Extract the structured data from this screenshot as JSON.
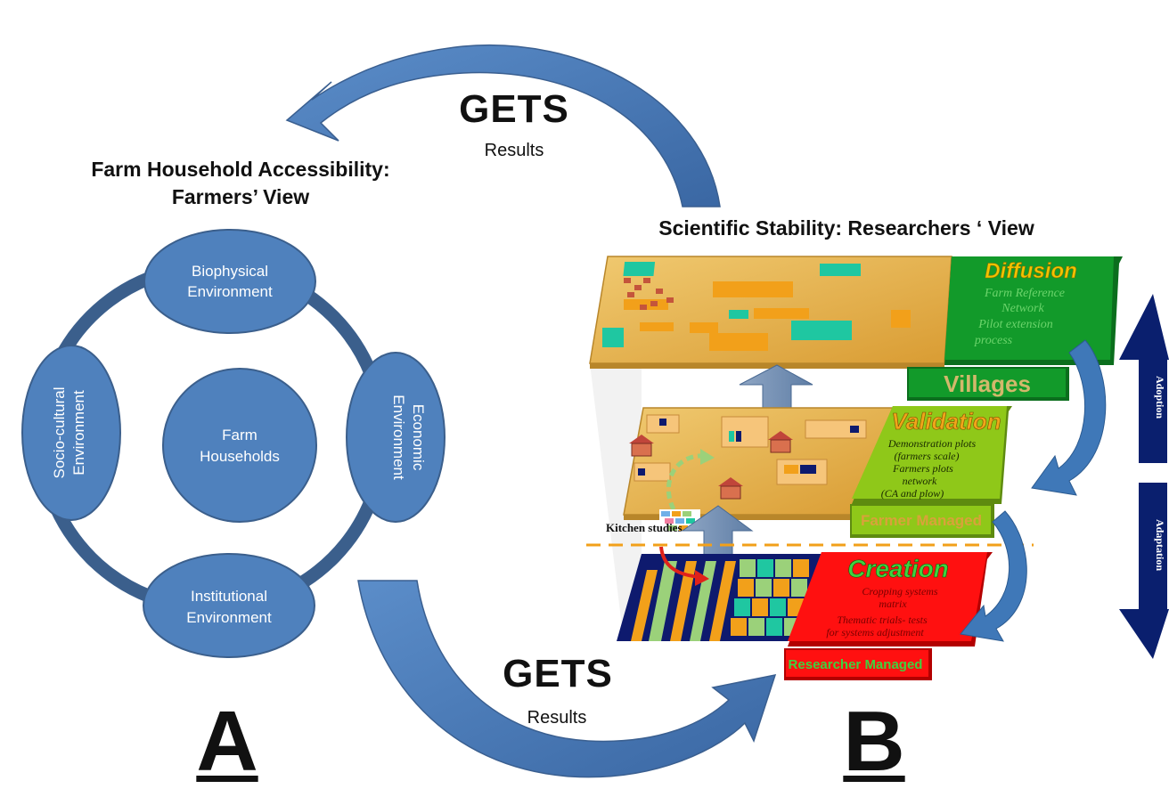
{
  "left_panel": {
    "gets_top": "GETS",
    "results_top": "Results",
    "title_line1": "Farm Household Accessibility:",
    "title_line2": "Farmers’ View",
    "nodes": {
      "top": [
        "Biophysical",
        "Environment"
      ],
      "right": [
        "Economic",
        "Environment"
      ],
      "bottom": [
        "Institutional",
        "Environment"
      ],
      "left": [
        "Socio-cultural",
        "Environment"
      ],
      "center": [
        "Farm",
        "Households"
      ]
    },
    "letter": "A"
  },
  "bottom_cycle": {
    "gets_bottom": "GETS",
    "results_bottom": "Results"
  },
  "right_panel": {
    "title": "Scientific Stability: Researchers ‘ View",
    "diffusion": {
      "title": "Diffusion",
      "lines": [
        "Farm Reference",
        "Network",
        "Pilot extension",
        "process"
      ],
      "badge": "Villages"
    },
    "validation": {
      "title": "Validation",
      "lines": [
        "Demonstration plots",
        "(farmers scale)",
        "Farmers plots",
        "network",
        "(CA and plow)"
      ],
      "badge": "Farmer Managed"
    },
    "creation": {
      "title": "Creation",
      "lines": [
        "Cropping systems",
        "matrix",
        "Thematic trials- tests",
        "for systems adjustment"
      ],
      "badge": "Researcher Managed"
    },
    "kitchen": "Kitchen studies",
    "axis": {
      "upper": "Adoption",
      "lower": "Adaptation"
    },
    "letter": "B"
  },
  "colors": {
    "node_fill": "#4f81bd",
    "ring": "#3b5f8c",
    "arrow_blue": "#4a7ab5",
    "field_gold": "#e4b04c",
    "diffusion_green": "#129a2a",
    "validation_lime": "#8fc819",
    "creation_red": "#ff1010",
    "axis_navy": "#0a1f6e"
  }
}
